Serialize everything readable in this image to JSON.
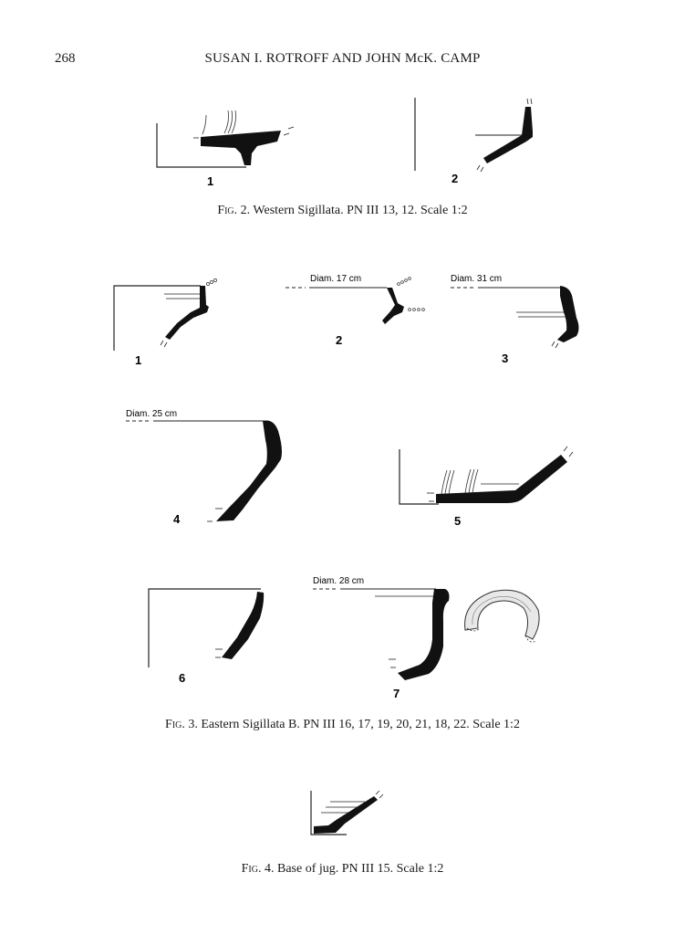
{
  "header": {
    "page_number": "268",
    "running_head": "SUSAN I. ROTROFF AND JOHN McK. CAMP"
  },
  "fig2": {
    "caption_label": "Fig. 2.",
    "caption_text": " Western Sigillata. PN III 13, 12. Scale 1:2",
    "labels": [
      "1",
      "2"
    ]
  },
  "fig3": {
    "caption_label": "Fig. 3.",
    "caption_text": " Eastern Sigillata B. PN III 16, 17, 19, 20, 21, 18, 22. Scale 1:2",
    "labels": [
      "1",
      "2",
      "3",
      "4",
      "5",
      "6",
      "7"
    ],
    "diam_2": "Diam. 17 cm",
    "diam_3": "Diam. 31 cm",
    "diam_4": "Diam. 25 cm",
    "diam_7": "Diam. 28 cm"
  },
  "fig4": {
    "caption_label": "Fig. 4.",
    "caption_text": " Base of jug. PN III 15. Scale 1:2"
  }
}
